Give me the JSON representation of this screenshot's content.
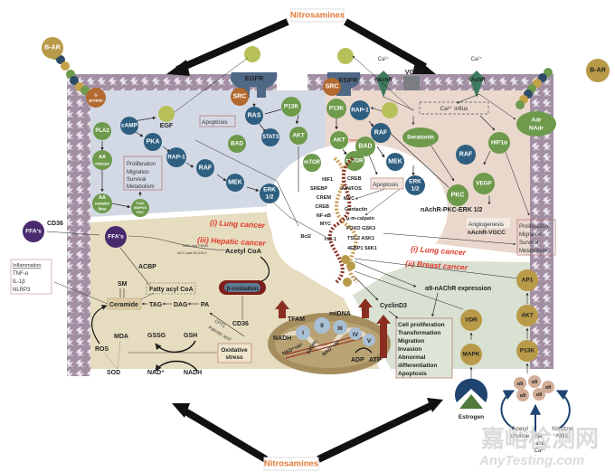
{
  "title_top": "Nitrosamines",
  "title_bottom": "Nitrosamines",
  "colors": {
    "blue_region": "#d3d9e4",
    "pink_region": "#ead8cd",
    "hepatic_region": "#e6dcbf",
    "breast_region": "#d8e1d2",
    "membrane": "#a28fa3",
    "green_node": "#6e9a4c",
    "blue_node": "#2f5f80",
    "brown_node": "#b26a30",
    "gold_node": "#b99a48",
    "purple_node": "#4a2a6e",
    "red_label": "#e03a2c",
    "orange_label": "#e07a36"
  },
  "regions": {
    "lung_left": "(i) Lung cancer",
    "lung_right": "(i) Lung cancer",
    "hepatic": "(iii) Hepatic cancer",
    "breast": "(ii) Breast cancer"
  },
  "receptors": {
    "bar_left": "B-AR",
    "bar_right": "B-AR",
    "g_protein": "G protein",
    "egfr_left": "EGFR",
    "egfr_right": "EGFR",
    "src_left": "SRC",
    "src_right": "SRC",
    "nachr_1": "nAchR",
    "nachr_2": "nAchR",
    "vgcc": "VGCC",
    "ca_1": "Ca²⁺",
    "ca_2": "Ca²⁺"
  },
  "lung_left_nodes": {
    "pla2": "PLA2",
    "aa_release": [
      "AA",
      "release"
    ],
    "aa_metabolites": [
      "AA",
      "metabo",
      "lites"
    ],
    "txa2": [
      "TxA2",
      "MAPKS",
      "PKC"
    ],
    "camp": "cAMP",
    "egf": "EGF",
    "pka": "PKA",
    "rap1": "RAP-1",
    "raf": "RAF",
    "mek": "MEK",
    "erk": [
      "ERK",
      "1/2"
    ],
    "ras": "RAS",
    "p13k": "P13K",
    "stat3": "STAT3",
    "akt": "AKT",
    "bad": "BAD",
    "mtor": "mTOR",
    "apoptosis": "Apoptosis",
    "outcomes": [
      "Proliferation",
      "Migration",
      "Survival",
      "Metabolism"
    ]
  },
  "lung_right_nodes": {
    "p13k": "P13K",
    "rap1": "RAP-1",
    "raf": "RAF",
    "akt": "AKT",
    "bad": "BAD",
    "mtor": "mTOR",
    "mek": "MEK",
    "erk": [
      "ERK",
      "1/2"
    ],
    "ca_influx": "Ca²⁺ influx",
    "seratonin": "Seratonin",
    "raf2": "RAF",
    "hif1a": "HIF1α",
    "vegf": "VEGF",
    "pkc": "PKC",
    "adr": [
      "Adr",
      "NAdr"
    ],
    "apoptosis": "Apoptosis",
    "pathway1": "nAchR-PKC-ERK 1/2",
    "angiogenesis": "Angiogenesis",
    "pathway2": "nAchR-VGCC",
    "outcomes": [
      "Proliferation",
      "Migration",
      "Survival",
      "Metabolism"
    ]
  },
  "nucleus": {
    "left_genes": [
      "HIF1",
      "SREBP",
      "CREM",
      "CREB",
      "NF-κB",
      "MYC",
      "Bcl2",
      "HO-1"
    ],
    "right_genes": [
      "CREB",
      "JUN/FOS",
      "MYC",
      "Contactin",
      "μ-m-calpain",
      "FOXO GSK3",
      "TSC2 ASK1",
      "4EBP1 S6K1"
    ]
  },
  "hepatic": {
    "ffa_outside": "FFA's",
    "cd36_outside": "CD36",
    "ffa_inside": "FFA's",
    "scd_fasn": "SCD and FASN",
    "acc_elovl": "ACC and ELOVL1",
    "acetyl_coa": "Acetyl CoA",
    "acbp": "ACBP",
    "beta_ox": "β-oxidation",
    "sm": "SM",
    "fatty_acyl": "Fatty acyl CoA",
    "ceramide": "Ceramide",
    "tag": "TAG",
    "dag": "DAG",
    "pa": "PA",
    "cpt1": "CPT1",
    "palmitic": "Palmitic acid",
    "cd36": "CD36",
    "mda": "MDA",
    "ros": "ROS",
    "sod": "SOD",
    "gssg": "GSSG",
    "gsh": "GSH",
    "oxidative": [
      "Oxidative",
      "stress"
    ],
    "nad_plus": "NAD⁺",
    "nadh": "NADH",
    "inflammation": [
      "Inflammation",
      "TNF-α",
      "IL-1β",
      "NLRP3"
    ]
  },
  "mitochondria": {
    "tfam": "TFAM",
    "mtdna": "mtDNA",
    "complexes": [
      "I",
      "II",
      "III",
      "IV",
      "V"
    ],
    "nadh": "NADH",
    "nad_h": "NAD⁺+H⁺",
    "fadh2": "FADH₂",
    "nad_h2": "NAD⁺+H⁺",
    "adp": "ADP",
    "atp": "ATP"
  },
  "breast": {
    "a9_expression": "α9-nAChR expression",
    "cyclind3": "CyclinD3",
    "outcomes": [
      "Cell proliferation",
      "Transformation",
      "Migration",
      "Invasion",
      "Abnormal",
      "differentiation",
      "Apoptosis"
    ],
    "vdr": "VDR",
    "mapk": "MAPK",
    "ap1": "AP1",
    "akt": "AKT",
    "p13k": "P13K",
    "a9": "α9",
    "estrogen": "Estrogen",
    "acetylcholine": [
      "Acetyl",
      "choline"
    ],
    "na_ca": [
      "Na⁺",
      "and",
      "Ca²⁺"
    ],
    "nicotine": [
      "Nicotine",
      "NNK"
    ]
  },
  "watermark": {
    "cn": "嘉峪检测网",
    "en": "AnyTesting.com"
  }
}
